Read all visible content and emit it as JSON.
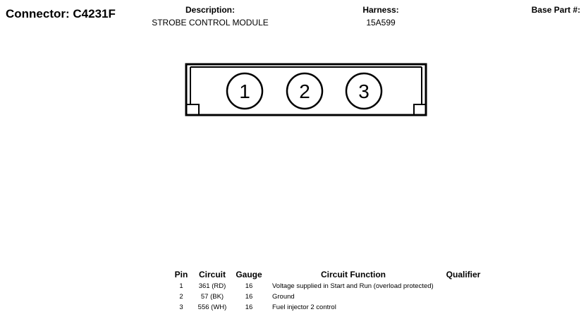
{
  "header": {
    "connector_title": "Connector: C4231F",
    "description_label": "Description:",
    "description_value": "STROBE CONTROL MODULE",
    "harness_label": "Harness:",
    "harness_value": "15A599",
    "base_part_label": "Base Part #:"
  },
  "connector": {
    "pins": [
      "1",
      "2",
      "3"
    ]
  },
  "pin_table": {
    "headers": {
      "pin": "Pin",
      "circuit": "Circuit",
      "gauge": "Gauge",
      "function": "Circuit Function",
      "qualifier": "Qualifier"
    },
    "rows": [
      {
        "pin": "1",
        "circuit": "361 (RD)",
        "gauge": "16",
        "function": "Voltage supplied in Start and Run (overload protected)",
        "qualifier": ""
      },
      {
        "pin": "2",
        "circuit": "57 (BK)",
        "gauge": "16",
        "function": "Ground",
        "qualifier": ""
      },
      {
        "pin": "3",
        "circuit": "556 (WH)",
        "gauge": "16",
        "function": "Fuel injector 2 control",
        "qualifier": ""
      }
    ]
  },
  "colors": {
    "ink": "#000000",
    "background": "#ffffff"
  }
}
